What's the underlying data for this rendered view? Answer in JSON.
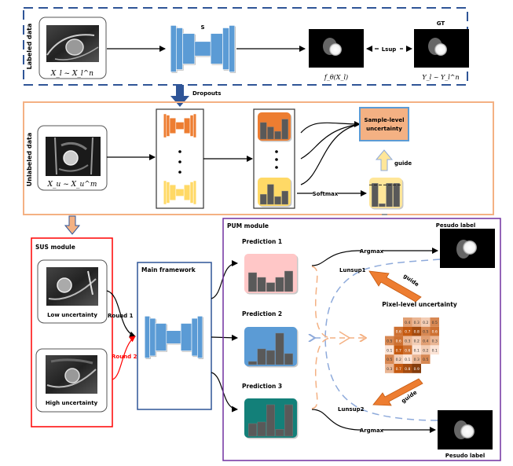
{
  "labeled_panel": {
    "side_label": "Labeled data",
    "input_caption": "X_l ~ X_l^n",
    "network_label": "S",
    "prediction_caption": "f_θ(X_l)",
    "loss_label": "Lsup",
    "gt_label": "GT",
    "gt_caption": "Y_l ~ Y_l^n",
    "border_color": "#2f5597"
  },
  "dropouts_label": "Dropouts",
  "unlabeled_panel": {
    "side_label": "Unlabeled data",
    "input_caption": "X_u ~ X_u^m",
    "sample_uncertainty_line1": "Sample-level",
    "sample_uncertainty_line2": "uncertainty",
    "guide_label": "guide",
    "softmax_label": "Softmax",
    "border_color": "#f4b183",
    "dropout_net_colors": [
      "#ed7d31",
      "#ffd966"
    ],
    "dropout_output_top_bars": [
      0.75,
      0.55,
      0.35,
      0.9
    ],
    "dropout_output_bottom_bars": [
      0.45,
      0.9,
      0.35,
      0.6
    ],
    "softmax_bars": [
      0.95,
      0.12,
      0.95,
      0.95
    ]
  },
  "sus_module": {
    "title": "SUS module",
    "low_label": "Low uncertainty",
    "high_label": "High uncertainty",
    "round1_label": "Round 1",
    "round2_label": "Round 2",
    "border_color": "#ff0000"
  },
  "main_framework": {
    "title": "Main framework",
    "border_color": "#2f5597"
  },
  "pum_module": {
    "title": "PUM module",
    "border_color": "#7030a0",
    "predictions": [
      {
        "label": "Prediction  1",
        "color": "#ffc7c7",
        "bars": [
          0.6,
          0.45,
          0.28,
          0.45,
          0.65
        ]
      },
      {
        "label": "Prediction 2",
        "color": "#5b9bd5",
        "bars": [
          0.1,
          0.5,
          0.45,
          1.0,
          0.35
        ]
      },
      {
        "label": "Prediction 3",
        "color": "#138079",
        "bars": [
          0.4,
          0.45,
          1.0,
          0.22,
          1.0
        ]
      }
    ],
    "argmax_label": "Argmax",
    "lunsup1_label": "Lunsup1",
    "lunsup2_label": "Lunsup2",
    "guide_label": "guide",
    "pixel_uncertainty_label": "Pixel-level uncertainty",
    "pseudo_label_top": "Pesudo label",
    "pseudo_label_bottom": "Pesudo label",
    "heatmap_rows": [
      {
        "offset": 2,
        "values": [
          "0.4",
          "0.3",
          "0.2",
          "0.5"
        ]
      },
      {
        "offset": 1,
        "values": [
          "0.6",
          "0.7",
          "0.8",
          "0.5",
          "0.6"
        ]
      },
      {
        "offset": 0,
        "values": [
          "0.5",
          "0.6",
          "0.3",
          "0.2",
          "0.4",
          "0.3"
        ]
      },
      {
        "offset": 0,
        "values": [
          "0.1",
          "0.7",
          "0.6",
          "0.1",
          "0.2",
          "0.1"
        ]
      },
      {
        "offset": 0,
        "values": [
          "0.5",
          "0.2",
          "0.1",
          "0.3",
          "0.5"
        ]
      },
      {
        "offset": 0,
        "values": [
          "0.3",
          "0.7",
          "0.8",
          "0.9"
        ]
      }
    ]
  }
}
